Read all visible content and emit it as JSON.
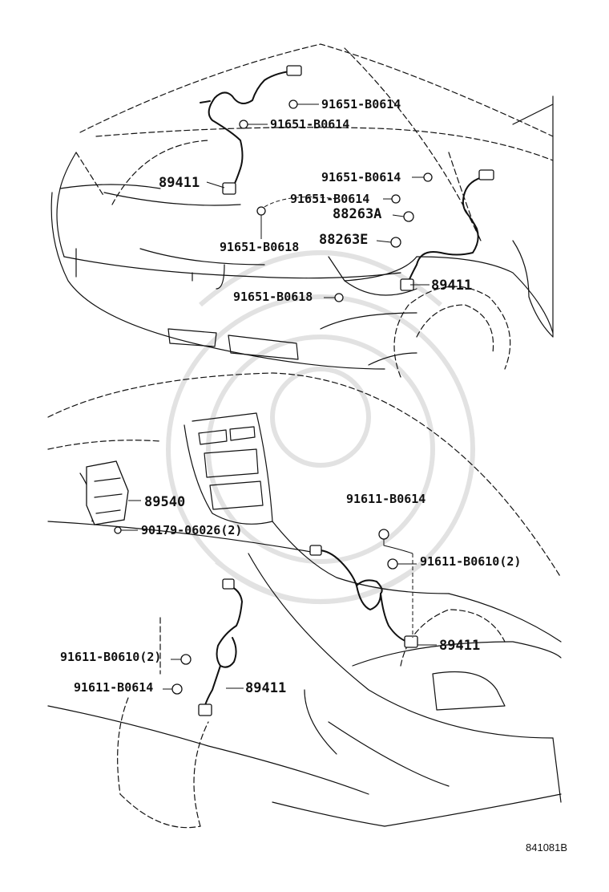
{
  "labels": {
    "p1": "91651-B0614",
    "p2": "91651-B0614",
    "p3": "89411",
    "p4": "91651-B0614",
    "p5": "91651-B0614",
    "p6": "88263A",
    "p7": "88263E",
    "p8": "91651-B0618",
    "p9": "91651-B0618",
    "p10": "89411",
    "p11": "89540",
    "p12": "90179-06026(2)",
    "p13": "91611-B0614",
    "p14": "91611-B0610(2)",
    "p15": "89411",
    "p16": "91611-B0610(2)",
    "p17": "89411",
    "p18": "91611-B0614"
  },
  "figure_ref": "841081B"
}
